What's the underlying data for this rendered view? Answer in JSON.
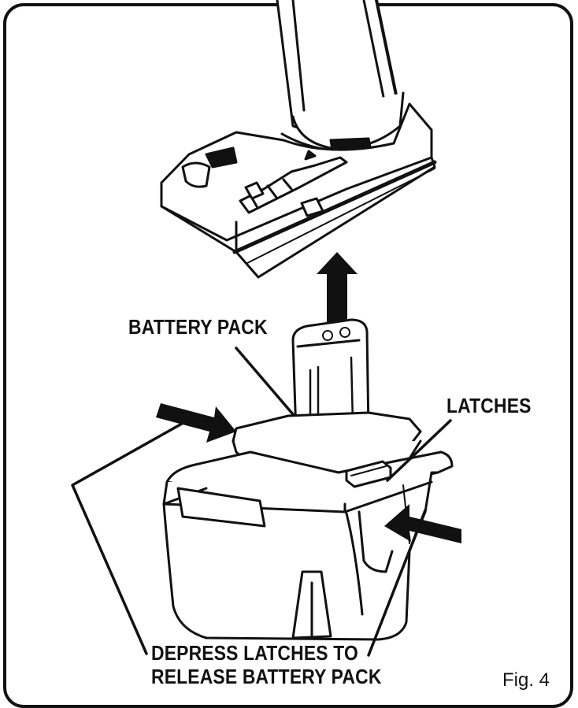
{
  "labels": {
    "battery_pack": "BATTERY PACK",
    "latches": "LATCHES",
    "depress_line1": "DEPRESS LATCHES TO",
    "depress_line2": "RELEASE BATTERY PACK"
  },
  "figure_caption": "Fig. 4",
  "colors": {
    "ink": "#111111",
    "paper": "#ffffff"
  }
}
